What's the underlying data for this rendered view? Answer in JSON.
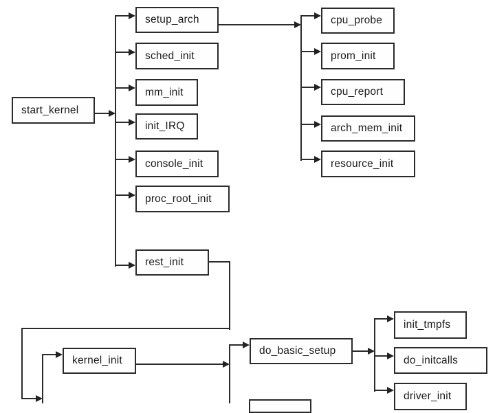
{
  "diagram": {
    "type": "flowchart",
    "nodes": {
      "start_kernel": {
        "label": "start_kernel"
      },
      "setup_arch": {
        "label": "setup_arch"
      },
      "sched_init": {
        "label": "sched_init"
      },
      "mm_init": {
        "label": "mm_init"
      },
      "init_IRQ": {
        "label": "init_IRQ"
      },
      "console_init": {
        "label": "console_init"
      },
      "proc_root_init": {
        "label": "proc_root_init"
      },
      "rest_init": {
        "label": "rest_init"
      },
      "cpu_probe": {
        "label": "cpu_probe"
      },
      "prom_init": {
        "label": "prom_init"
      },
      "cpu_report": {
        "label": "cpu_report"
      },
      "arch_mem_init": {
        "label": "arch_mem_init"
      },
      "resource_init": {
        "label": "resource_init"
      },
      "kernel_init": {
        "label": "kernel_init"
      },
      "do_basic_setup": {
        "label": "do_basic_setup"
      },
      "init_tmpfs": {
        "label": "init_tmpfs"
      },
      "do_initcalls": {
        "label": "do_initcalls"
      },
      "driver_init": {
        "label": "driver_init"
      },
      "partial_bottom": {
        "label": ""
      }
    },
    "edges": [
      {
        "from": "start_kernel",
        "to": "setup_arch"
      },
      {
        "from": "start_kernel",
        "to": "sched_init"
      },
      {
        "from": "start_kernel",
        "to": "mm_init"
      },
      {
        "from": "start_kernel",
        "to": "init_IRQ"
      },
      {
        "from": "start_kernel",
        "to": "console_init"
      },
      {
        "from": "start_kernel",
        "to": "proc_root_init"
      },
      {
        "from": "start_kernel",
        "to": "rest_init"
      },
      {
        "from": "setup_arch",
        "to": "cpu_probe"
      },
      {
        "from": "setup_arch",
        "to": "prom_init"
      },
      {
        "from": "setup_arch",
        "to": "cpu_report"
      },
      {
        "from": "setup_arch",
        "to": "arch_mem_init"
      },
      {
        "from": "setup_arch",
        "to": "resource_init"
      },
      {
        "from": "rest_init",
        "to": "kernel_init"
      },
      {
        "from": "kernel_init",
        "to": "do_basic_setup"
      },
      {
        "from": "do_basic_setup",
        "to": "init_tmpfs"
      },
      {
        "from": "do_basic_setup",
        "to": "do_initcalls"
      },
      {
        "from": "do_basic_setup",
        "to": "driver_init"
      }
    ],
    "colors": {
      "line": "#2b2b2b",
      "box_border": "#2b2b2b",
      "background": "#ffffff",
      "text": "#1a1a1a"
    }
  }
}
